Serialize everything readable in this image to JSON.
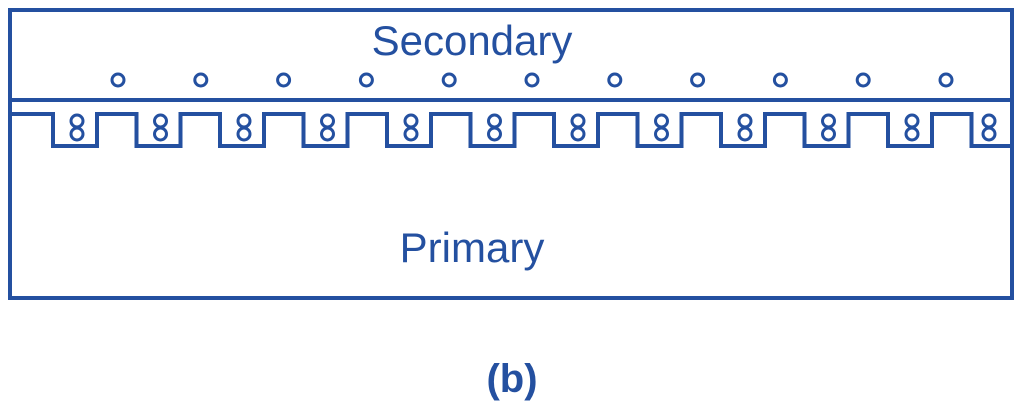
{
  "diagram": {
    "secondary_label": "Secondary",
    "primary_label": "Primary",
    "caption": "(b)",
    "secondary_conductor_count": 11,
    "primary_slot_count": 12,
    "conductors_per_slot": 2,
    "colors": {
      "line": "#2450a0",
      "background": "#ffffff"
    }
  }
}
